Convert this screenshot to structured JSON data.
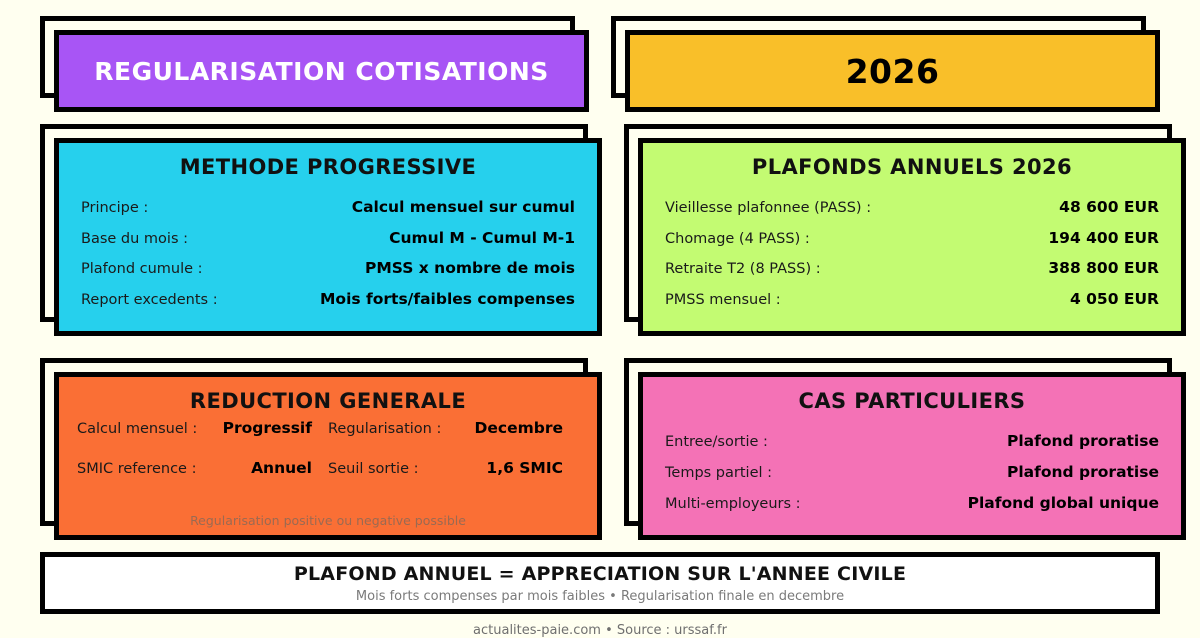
{
  "header": {
    "left_title": "REGULARISATION COTISATIONS",
    "right_title": "2026",
    "left_color": "#a855f5",
    "right_color": "#f9bf29"
  },
  "panels": {
    "methode": {
      "title": "METHODE PROGRESSIVE",
      "color": "#26d0ed",
      "rows": [
        {
          "label": "Principe :",
          "value": "Calcul mensuel sur cumul"
        },
        {
          "label": "Base du mois :",
          "value": "Cumul M - Cumul M-1"
        },
        {
          "label": "Plafond cumule :",
          "value": "PMSS x nombre de mois"
        },
        {
          "label": "Report excedents :",
          "value": "Mois forts/faibles compenses"
        }
      ]
    },
    "plafonds": {
      "title": "PLAFONDS ANNUELS 2026",
      "color": "#c3fb72",
      "rows": [
        {
          "label": "Vieillesse plafonnee (PASS) :",
          "value": "48 600 EUR"
        },
        {
          "label": "Chomage (4 PASS) :",
          "value": "194 400 EUR"
        },
        {
          "label": "Retraite T2 (8 PASS) :",
          "value": "388 800 EUR"
        },
        {
          "label": "PMSS mensuel :",
          "value": "4 050 EUR"
        }
      ]
    },
    "reduction": {
      "title": "REDUCTION GENERALE",
      "color": "#fa6f35",
      "pairs": [
        [
          {
            "label": "Calcul mensuel :",
            "value": "Progressif"
          },
          {
            "label": "Regularisation :",
            "value": "Decembre"
          }
        ],
        [
          {
            "label": "SMIC reference :",
            "value": "Annuel"
          },
          {
            "label": "Seuil sortie :",
            "value": "1,6 SMIC"
          }
        ]
      ],
      "note": "Regularisation positive ou negative possible"
    },
    "cas": {
      "title": "CAS PARTICULIERS",
      "color": "#f472b6",
      "rows": [
        {
          "label": "Entree/sortie :",
          "value": "Plafond proratise"
        },
        {
          "label": "Temps partiel :",
          "value": "Plafond proratise"
        },
        {
          "label": "Multi-employeurs :",
          "value": "Plafond global unique"
        }
      ]
    }
  },
  "banner": {
    "title": "PLAFOND ANNUEL = APPRECIATION SUR L'ANNEE CIVILE",
    "subtitle": "Mois forts compenses par mois faibles • Regularisation finale en decembre"
  },
  "footer": {
    "text": "actualites-paie.com • Source : urssaf.fr"
  }
}
